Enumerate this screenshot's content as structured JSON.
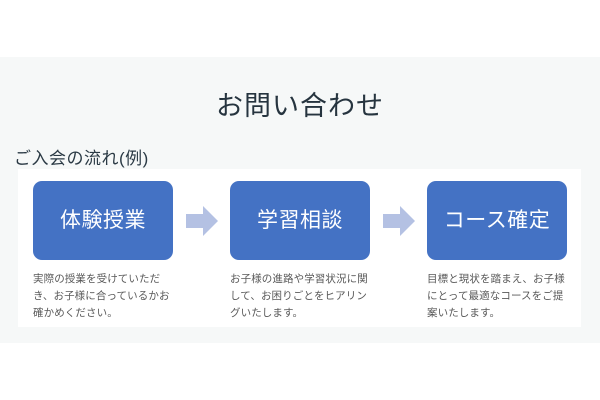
{
  "page": {
    "title": "お問い合わせ",
    "section_subtitle": "ご入会の流れ(例)"
  },
  "colors": {
    "background": "#ffffff",
    "band": "#f6f8f8",
    "card": "#ffffff",
    "step_box": "#4472c4",
    "step_box_text": "#ffffff",
    "arrow": "#b4c1e3",
    "title_text": "#26343f",
    "desc_text": "#595959"
  },
  "flow": {
    "steps": [
      {
        "label": "体験授業",
        "description": "実際の授業を受けていただき、お子様に合っているかお確かめください。"
      },
      {
        "label": "学習相談",
        "description": "お子様の進路や学習状況に関して、お困りごとをヒアリングいたします。"
      },
      {
        "label": "コース確定",
        "description": "目標と現状を踏まえ、お子様にとって最適なコースをご提案いたします。"
      }
    ],
    "connectors": [
      {
        "icon": "arrow-right-icon"
      },
      {
        "icon": "arrow-right-icon"
      }
    ]
  }
}
